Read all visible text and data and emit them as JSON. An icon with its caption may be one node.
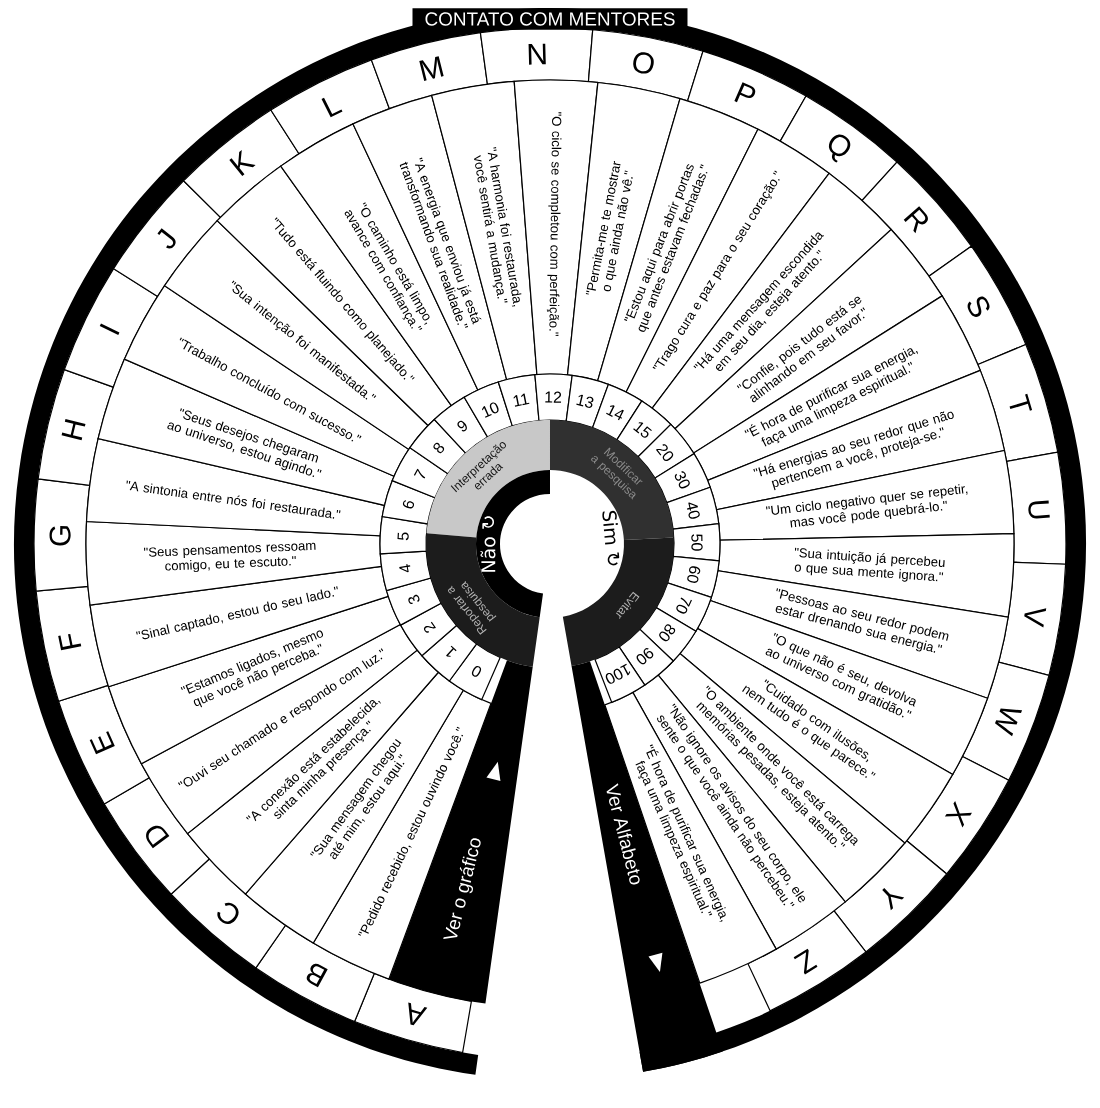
{
  "diagram": {
    "title": "CONTATO COM MENTORES",
    "nodes": [
      {
        "text": [
          "A"
        ]
      },
      {
        "text": [
          "B"
        ]
      },
      {
        "text": [
          "C"
        ]
      },
      {
        "text": [
          "D"
        ]
      },
      {
        "text": [
          "E"
        ]
      },
      {
        "text": [
          "F"
        ]
      },
      {
        "text": [
          "G"
        ]
      },
      {
        "text": [
          "H"
        ]
      },
      {
        "text": [
          "I"
        ]
      },
      {
        "text": [
          "J"
        ]
      },
      {
        "text": [
          "K"
        ]
      },
      {
        "text": [
          "L"
        ]
      },
      {
        "text": [
          "M"
        ]
      },
      {
        "text": [
          "N"
        ]
      },
      {
        "text": [
          "O"
        ]
      },
      {
        "text": [
          "P"
        ]
      },
      {
        "text": [
          "Q"
        ]
      },
      {
        "text": [
          "R"
        ]
      },
      {
        "text": [
          "S"
        ]
      },
      {
        "text": [
          "T"
        ]
      },
      {
        "text": [
          "U"
        ]
      },
      {
        "text": [
          "V"
        ]
      },
      {
        "text": [
          "W"
        ]
      },
      {
        "text": [
          "X"
        ]
      },
      {
        "text": [
          "Y"
        ]
      },
      {
        "text": [
          "Z"
        ]
      },
      {
        "text": [
          "\"Pedido recebido, estou ouvindo você.\""
        ]
      },
      {
        "text": [
          "\"Sua mensagem chegou até mim, estou aqui.\""
        ]
      },
      {
        "text": [
          "\"A conexão está estabelecida, sinta minha presença.\""
        ]
      },
      {
        "text": [
          "\"Ouvi seu chamado e respondo com luz.\""
        ]
      },
      {
        "text": [
          "\"Estamos ligados, mesmo que você não perceba.\""
        ]
      },
      {
        "text": [
          "\"Sinal captado, estou do seu lado.\""
        ]
      },
      {
        "text": [
          "\"Seus pensamentos ressoam comigo, eu te escuto.\""
        ]
      },
      {
        "text": [
          "\"A sintonia entre nós foi restaurada.\""
        ]
      },
      {
        "text": [
          "\"Seus desejos chegaram ao universo, estou agindo.\""
        ]
      },
      {
        "text": [
          "\"Trabalho concluído com sucesso.\""
        ]
      },
      {
        "text": [
          "\"Sua intenção foi manifestada.\""
        ]
      },
      {
        "text": [
          "\"Tudo está fluindo como planejado.\""
        ]
      },
      {
        "text": [
          "\"O caminho está limpo, avance com confiança.\""
        ]
      },
      {
        "text": [
          "\"A energia que enviou já está transformando sua realidade.\""
        ]
      },
      {
        "text": [
          "\"A harmonia foi restaurada, você sentirá a mudança.\""
        ]
      },
      {
        "text": [
          "\"O ciclo se completou com perfeição.\""
        ]
      },
      {
        "text": [
          "\"Permita-me te mostrar o que ainda não vê.\""
        ]
      },
      {
        "text": [
          "\"Estou aqui para abrir portas que antes estavam fechadas.\""
        ]
      },
      {
        "text": [
          "\"Trago cura e paz para o seu coração.\""
        ]
      },
      {
        "text": [
          "\"Há uma mensagem escondida em seu dia, esteja atento.\""
        ]
      },
      {
        "text": [
          "\"Confie, pois tudo está se alinhando em seu favor.\""
        ]
      },
      {
        "text": [
          "\"É hora de purificar sua energia, faça uma limpeza espiritual.\""
        ]
      },
      {
        "text": [
          "\"Há energias ao seu redor que não pertencem a você, proteja-se.\""
        ]
      },
      {
        "text": [
          "\"Um ciclo negativo quer se repetir, mas você pode quebrá-lo.\""
        ]
      },
      {
        "text": [
          "\"Sua intuição já percebeu o que sua mente ignora.\""
        ]
      },
      {
        "text": [
          "\"Pessoas ao seu redor podem estar drenando sua energia.\""
        ]
      },
      {
        "text": [
          "\"O que não é seu, devolva ao universo com gratidão.\""
        ]
      },
      {
        "text": [
          "\"Cuidado com ilusões, nem tudo é o que parece.\""
        ]
      },
      {
        "text": [
          "\"O ambiente onde você está carrega memórias pesadas, esteja atento.\""
        ]
      },
      {
        "text": [
          "\"Não ignore os avisos do seu corpo, ele sente o que você ainda não percebeu.\""
        ]
      },
      {
        "text": [
          "\"É hora de purificar sua energia, faça uma limpeza espiritual.\""
        ]
      },
      {
        "text": [
          "0"
        ]
      },
      {
        "text": [
          "1"
        ]
      },
      {
        "text": [
          "2"
        ]
      },
      {
        "text": [
          "3"
        ]
      },
      {
        "text": [
          "4"
        ]
      },
      {
        "text": [
          "5"
        ]
      },
      {
        "text": [
          "6"
        ]
      },
      {
        "text": [
          "7"
        ]
      },
      {
        "text": [
          "8"
        ]
      },
      {
        "text": [
          "9"
        ]
      },
      {
        "text": [
          "10"
        ]
      },
      {
        "text": [
          "11"
        ]
      },
      {
        "text": [
          "12"
        ]
      },
      {
        "text": [
          "13"
        ]
      },
      {
        "text": [
          "14"
        ]
      },
      {
        "text": [
          "15"
        ]
      },
      {
        "text": [
          "20"
        ]
      },
      {
        "text": [
          "30"
        ]
      },
      {
        "text": [
          "40"
        ]
      },
      {
        "text": [
          "50"
        ]
      },
      {
        "text": [
          "60"
        ]
      },
      {
        "text": [
          "70"
        ]
      },
      {
        "text": [
          "80"
        ]
      },
      {
        "text": [
          "90"
        ]
      },
      {
        "text": [
          "100"
        ]
      },
      {
        "text": [
          "Interpretação errada"
        ]
      },
      {
        "text": [
          "Modificar a pesquisa"
        ]
      },
      {
        "text": [
          "Reportar a pesquisa"
        ]
      },
      {
        "text": [
          "Evitar"
        ]
      },
      {
        "text": [
          "Não ↻"
        ]
      },
      {
        "text": [
          "Sim ↻"
        ]
      },
      {
        "text": [
          "Ver o gráfico"
        ]
      },
      {
        "text": [
          "Ver Alfabeto"
        ]
      }
    ]
  }
}
